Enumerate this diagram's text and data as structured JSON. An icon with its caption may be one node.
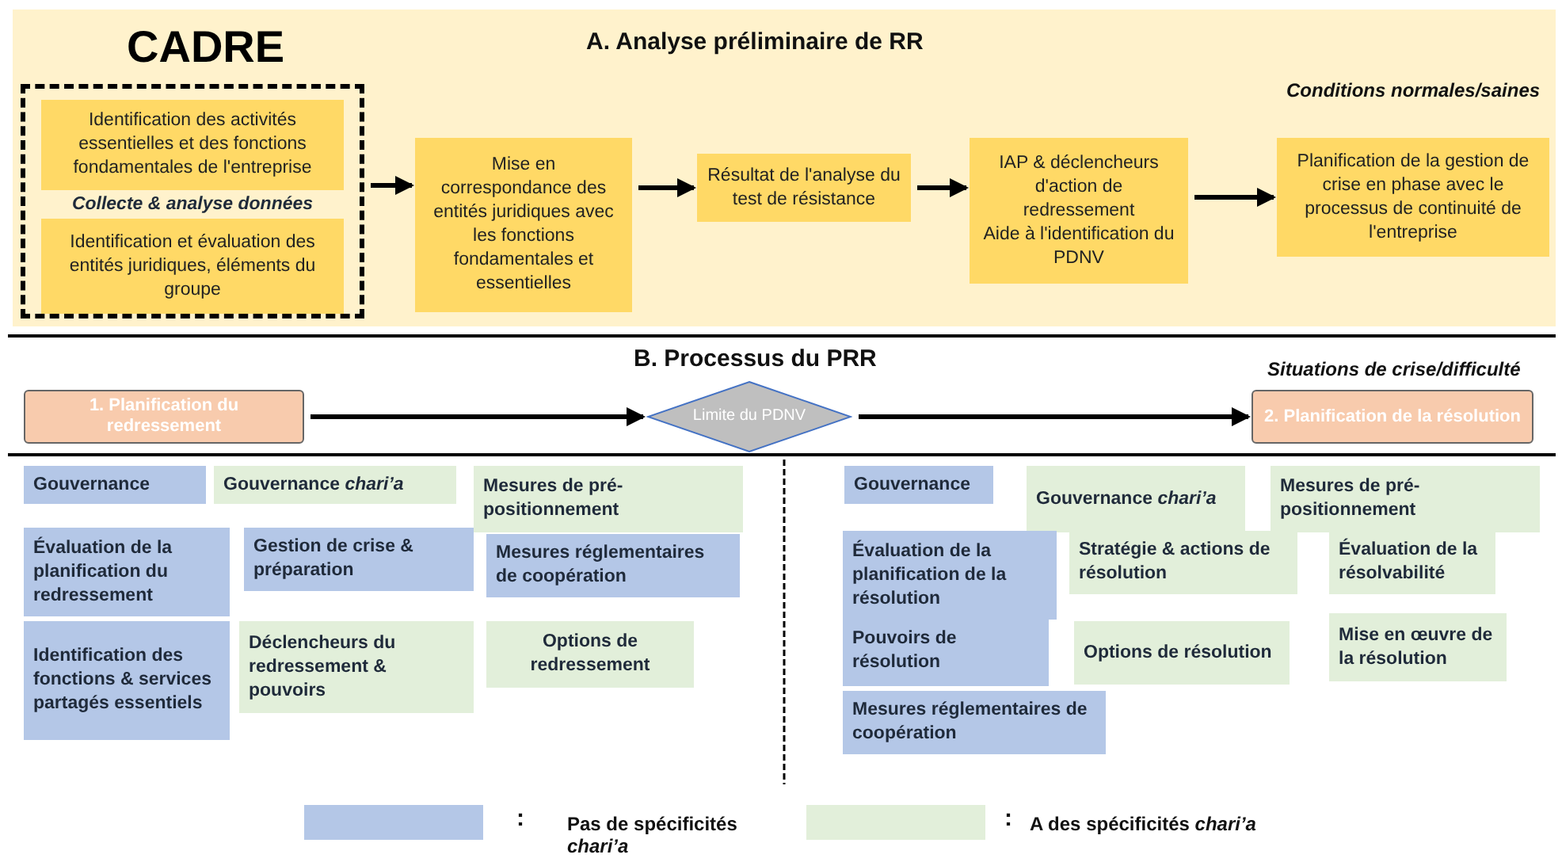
{
  "diagram": {
    "title": "CADRE",
    "nodes": [
      {
        "text": [
          "Collecte & analyse données"
        ]
      },
      {
        "text": [
          "Identification des activités essentielles et des fonctions fondamentales de l'entreprise"
        ],
        "in": 0
      },
      {
        "text": [
          "Identification et évaluation des entités juridiques, éléments du groupe"
        ],
        "in": 0
      },
      {
        "text": [
          "Mise en correspondance des entités juridiques avec les fonctions fondamentales et essentielles"
        ]
      },
      {
        "text": [
          "Résultat de l'analyse du test de résistance"
        ]
      },
      {
        "text": [
          "IAP & déclencheurs d'action de redressement",
          "Aide à l'identification du PDNV"
        ]
      },
      {
        "text": [
          "Planification de la gestion de crise en phase avec le processus de continuité de l'entreprise"
        ]
      },
      {
        "text": [
          "1. Planification du redressement"
        ]
      },
      {
        "text": [
          "Limite du PDNV"
        ]
      },
      {
        "text": [
          "2. Planification de la résolution"
        ]
      },
      {
        "text": [
          "Gouvernance"
        ]
      },
      {
        "text": [
          "Gouvernance *chari’a*"
        ]
      },
      {
        "text": [
          "Mesures de pré-positionnement"
        ]
      },
      {
        "text": [
          "Évaluation de la planification du redressement"
        ]
      },
      {
        "text": [
          "Gestion de crise & préparation"
        ]
      },
      {
        "text": [
          "Mesures réglementaires de coopération"
        ]
      },
      {
        "text": [
          "Identification des fonctions & services partagés essentiels"
        ]
      },
      {
        "text": [
          "Déclencheurs du redressement & pouvoirs"
        ]
      },
      {
        "text": [
          "Options de redressement"
        ]
      },
      {
        "text": [
          "Gouvernance"
        ]
      },
      {
        "text": [
          "Gouvernance *chari’a*"
        ]
      },
      {
        "text": [
          "Mesures de pré-positionnement"
        ]
      },
      {
        "text": [
          "Évaluation de la planification de la résolution"
        ]
      },
      {
        "text": [
          "Stratégie & actions de résolution"
        ]
      },
      {
        "text": [
          "Évaluation de la résolvabilité"
        ]
      },
      {
        "text": [
          "Pouvoirs de résolution"
        ]
      },
      {
        "text": [
          "Options de résolution"
        ]
      },
      {
        "text": [
          "Mise en œuvre de la résolution"
        ]
      },
      {
        "text": [
          "Mesures réglementaires de coopération"
        ]
      }
    ],
    "edges": [
      {
        "from": 0,
        "to": 3,
        "arrow": "to"
      },
      {
        "from": 3,
        "to": 4,
        "arrow": "to"
      },
      {
        "from": 4,
        "to": 5,
        "arrow": "to"
      },
      {
        "from": 5,
        "to": 6,
        "arrow": "to"
      },
      {
        "from": 7,
        "to": 8,
        "arrow": "to"
      },
      {
        "from": 8,
        "to": 9,
        "arrow": "to"
      }
    ],
    "labels": [
      "A. Analyse préliminaire de RR",
      "Conditions normales/saines",
      "B. Processus du PRR",
      "Situations de crise/difficulté",
      ":",
      ":"
    ],
    "legend": [
      {
        "text": "Pas de spécificités *chari’a*",
        "color": "#b4c7e7"
      },
      {
        "text": "A des spécificités *chari’a*",
        "color": "#e2efda"
      }
    ]
  }
}
